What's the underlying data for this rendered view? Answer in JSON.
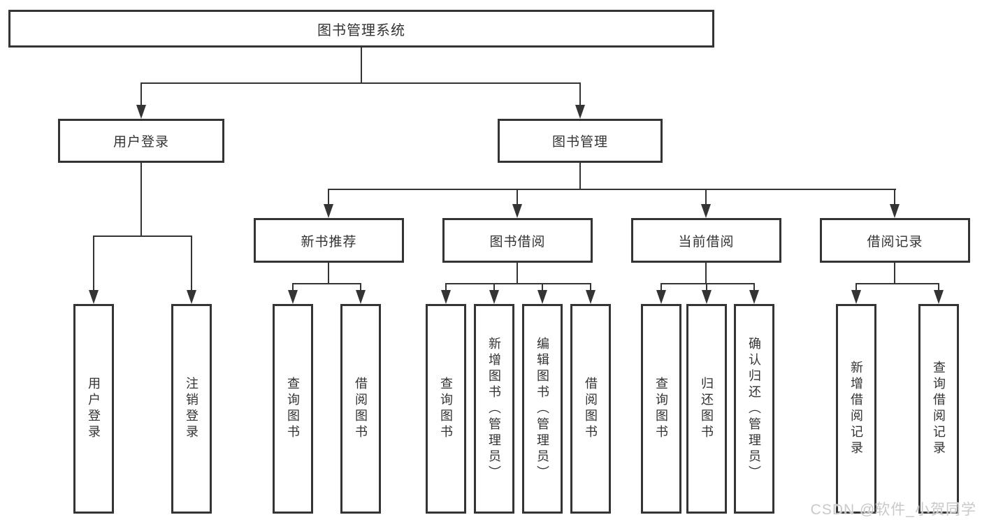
{
  "nodes": {
    "root": "图书管理系统",
    "user_login": "用户登录",
    "book_management": "图书管理",
    "new_book_recommend": "新书推荐",
    "book_borrowing": "图书借阅",
    "current_borrowing": "当前借阅",
    "borrowing_records": "借阅记录",
    "leaves": {
      "user_login_group": [
        "用户登录",
        "注销登录"
      ],
      "new_book_group": [
        "查询图书",
        "借阅图书"
      ],
      "book_borrowing_group": [
        "查询图书",
        "新增图书（管理员）",
        "编辑图书（管理员）",
        "借阅图书"
      ],
      "current_borrowing_group": [
        "查询图书",
        "归还图书",
        "确认归还（管理员）"
      ],
      "borrowing_records_group": [
        "新增借阅记录",
        "查询借阅记录"
      ]
    }
  },
  "watermark": "CSDN @软件_小贺同学",
  "colors": {
    "line": "#343434",
    "border": "#343434",
    "text": "#333333",
    "background": "#ffffff",
    "watermark": "#c9c9c9"
  }
}
